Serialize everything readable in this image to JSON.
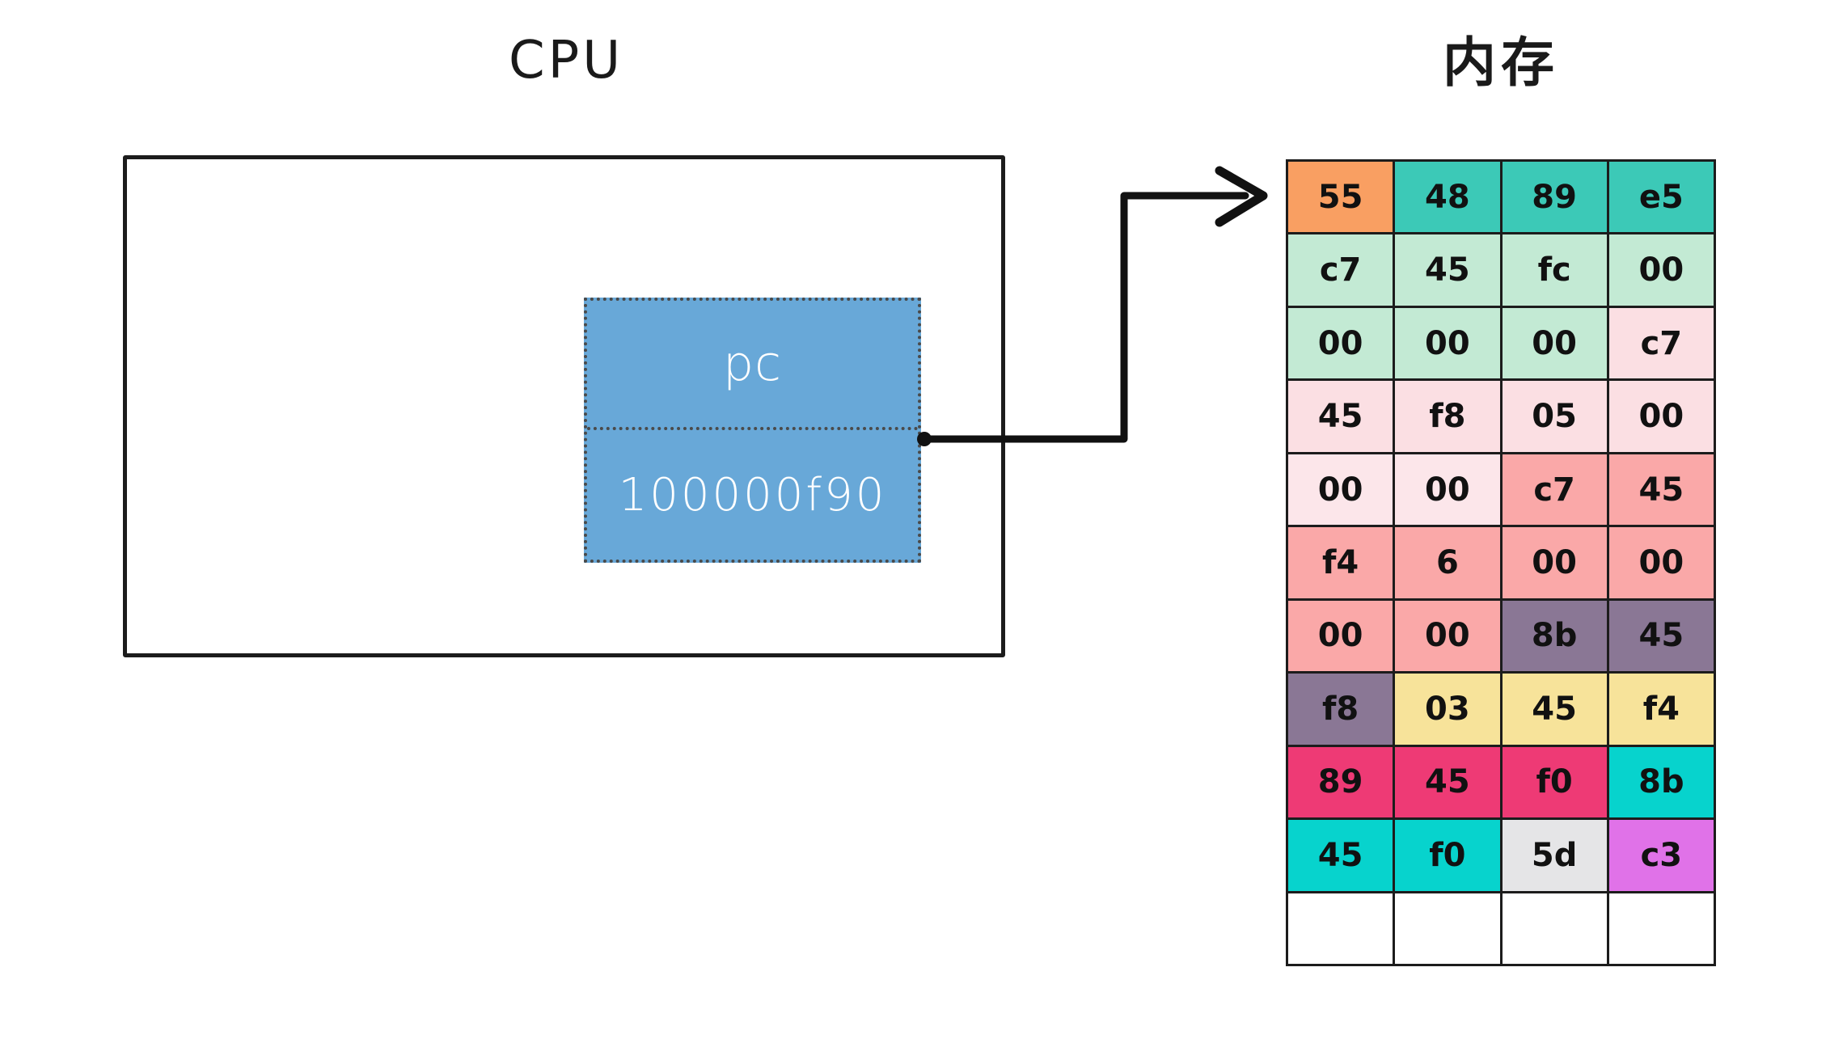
{
  "diagram": {
    "cpu": {
      "title": "CPU",
      "register": {
        "name": "pc",
        "value": "100000f90"
      }
    },
    "memory": {
      "title": "内存",
      "columns": 4,
      "rows": 11,
      "arrow_label": "pc-to-memory-arrow",
      "palette": {
        "orange": "#f99f62",
        "teal": "#3cc9b7",
        "mint": "#c3ead4",
        "pink_light": "#fce6ea",
        "pink": "#fbdfe3",
        "salmon": "#faa8a8",
        "purple": "#8a7795",
        "yellow": "#f7e39a",
        "magenta": "#ee3a75",
        "cyan": "#07d3cd",
        "gray": "#e5e5e7",
        "violet": "#e072e8",
        "white": "#ffffff"
      },
      "cells": [
        {
          "value": "55",
          "color": "#f99f62"
        },
        {
          "value": "48",
          "color": "#3cc9b7"
        },
        {
          "value": "89",
          "color": "#3cc9b7"
        },
        {
          "value": "e5",
          "color": "#3cc9b7"
        },
        {
          "value": "c7",
          "color": "#c3ead4"
        },
        {
          "value": "45",
          "color": "#c3ead4"
        },
        {
          "value": "fc",
          "color": "#c3ead4"
        },
        {
          "value": "00",
          "color": "#c3ead4"
        },
        {
          "value": "00",
          "color": "#c3ead4"
        },
        {
          "value": "00",
          "color": "#c3ead4"
        },
        {
          "value": "00",
          "color": "#c3ead4"
        },
        {
          "value": "c7",
          "color": "#fbdfe3"
        },
        {
          "value": "45",
          "color": "#fbdfe3"
        },
        {
          "value": "f8",
          "color": "#fbdfe3"
        },
        {
          "value": "05",
          "color": "#fbdfe3"
        },
        {
          "value": "00",
          "color": "#fbdfe3"
        },
        {
          "value": "00",
          "color": "#fce6ea"
        },
        {
          "value": "00",
          "color": "#fce6ea"
        },
        {
          "value": "c7",
          "color": "#faa8a8"
        },
        {
          "value": "45",
          "color": "#faa8a8"
        },
        {
          "value": "f4",
          "color": "#faa8a8"
        },
        {
          "value": "6",
          "color": "#faa8a8"
        },
        {
          "value": "00",
          "color": "#faa8a8"
        },
        {
          "value": "00",
          "color": "#faa8a8"
        },
        {
          "value": "00",
          "color": "#faa8a8"
        },
        {
          "value": "00",
          "color": "#faa8a8"
        },
        {
          "value": "8b",
          "color": "#8a7795"
        },
        {
          "value": "45",
          "color": "#8a7795"
        },
        {
          "value": "f8",
          "color": "#8a7795"
        },
        {
          "value": "03",
          "color": "#f7e39a"
        },
        {
          "value": "45",
          "color": "#f7e39a"
        },
        {
          "value": "f4",
          "color": "#f7e39a"
        },
        {
          "value": "89",
          "color": "#ee3a75"
        },
        {
          "value": "45",
          "color": "#ee3a75"
        },
        {
          "value": "f0",
          "color": "#ee3a75"
        },
        {
          "value": "8b",
          "color": "#07d3cd"
        },
        {
          "value": "45",
          "color": "#07d3cd"
        },
        {
          "value": "f0",
          "color": "#07d3cd"
        },
        {
          "value": "5d",
          "color": "#e5e5e7"
        },
        {
          "value": "c3",
          "color": "#e072e8"
        },
        {
          "value": "",
          "color": "#ffffff"
        },
        {
          "value": "",
          "color": "#ffffff"
        },
        {
          "value": "",
          "color": "#ffffff"
        },
        {
          "value": "",
          "color": "#ffffff"
        }
      ]
    }
  }
}
